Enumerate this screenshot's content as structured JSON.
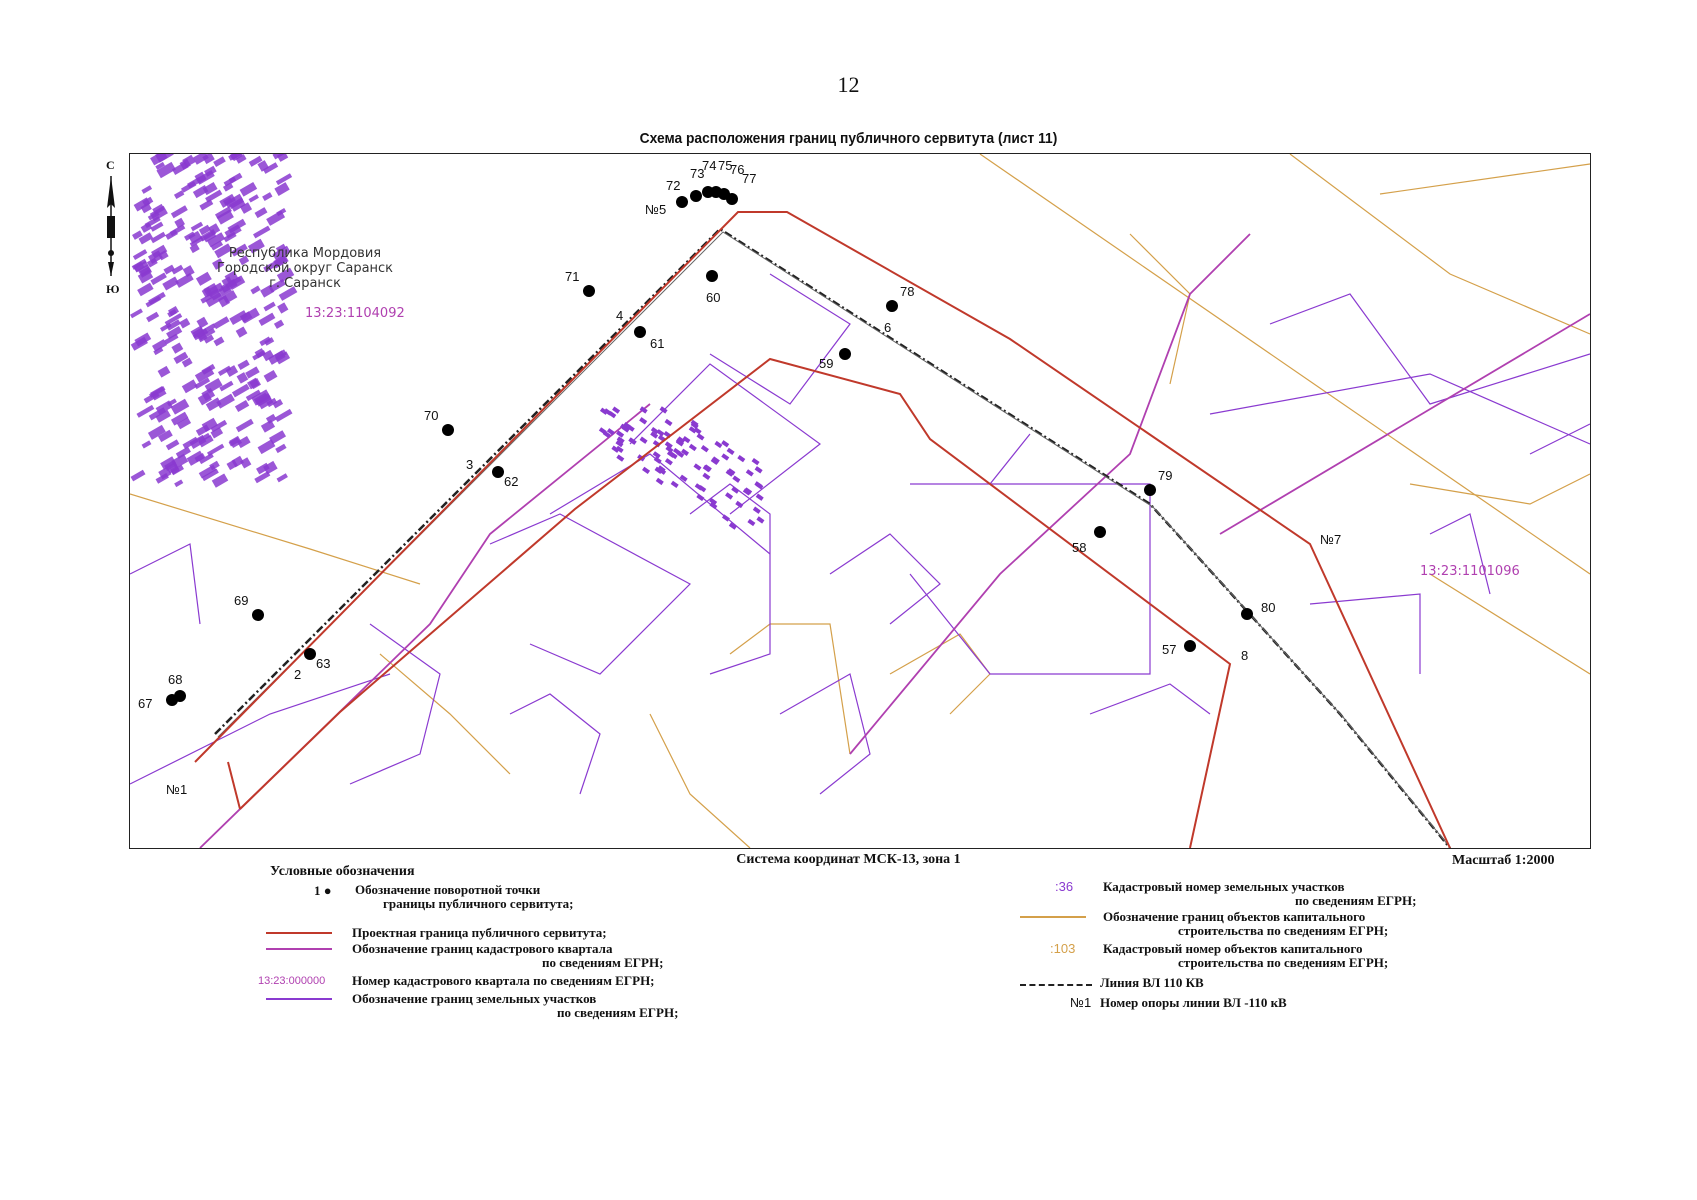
{
  "page_number": "12",
  "title": "Схема расположения границ публичного сервитута (лист 11)",
  "compass": {
    "north": "С",
    "south": "Ю"
  },
  "map": {
    "region_label": [
      "Республика Мордовия",
      "Городской округ Саранск",
      "г. Саранск"
    ],
    "quarter_labels": [
      "13:23:1104092",
      "13:23:1101096"
    ],
    "support_labels": [
      "№1",
      "№5",
      "№7"
    ],
    "point_labels": [
      "2",
      "3",
      "4",
      "6",
      "8",
      "57",
      "58",
      "59",
      "60",
      "61",
      "62",
      "63",
      "67",
      "68",
      "69",
      "70",
      "71",
      "72",
      "73",
      "74",
      "75",
      "76",
      "77",
      "78",
      "79",
      "80"
    ],
    "colors": {
      "servitude": "#c0392b",
      "quarter": "#b040b0",
      "parcel": "#7a2ab5",
      "capital": "#d4a04a",
      "line110": "#222222"
    }
  },
  "coordinate_system": "Система координат МСК-13, зона 1",
  "scale": "Масштаб 1:2000",
  "legend": {
    "heading": "Условные обозначения",
    "items_left": [
      {
        "symbol": "1",
        "line1": "Обозначение поворотной точки",
        "line2": "границы публичного сервитута;"
      },
      {
        "line1": "Проектная граница публичного сервитута;"
      },
      {
        "line1": "Обозначение границ кадастрового квартала",
        "line2": "по сведениям ЕГРН;"
      },
      {
        "symbol": "13:23:000000",
        "line1": "Номер кадастрового квартала по сведениям ЕГРН;"
      },
      {
        "line1": "Обозначение границ земельных участков",
        "line2": "по сведениям ЕГРН;"
      }
    ],
    "items_right": [
      {
        "symbol": ":36",
        "line1": "Кадастровый номер земельных участков",
        "line2": "по сведениям ЕГРН;"
      },
      {
        "line1": "Обозначение границ объектов капитального",
        "line2": "строительства по сведениям ЕГРН;"
      },
      {
        "symbol": ":103",
        "line1": "Кадастровый номер объектов капитального",
        "line2": "строительства по сведениям ЕГРН;"
      },
      {
        "line1": "Линия ВЛ 110 КВ"
      },
      {
        "symbol": "№1",
        "line1": "Номер опоры линии ВЛ -110 кВ"
      }
    ]
  }
}
